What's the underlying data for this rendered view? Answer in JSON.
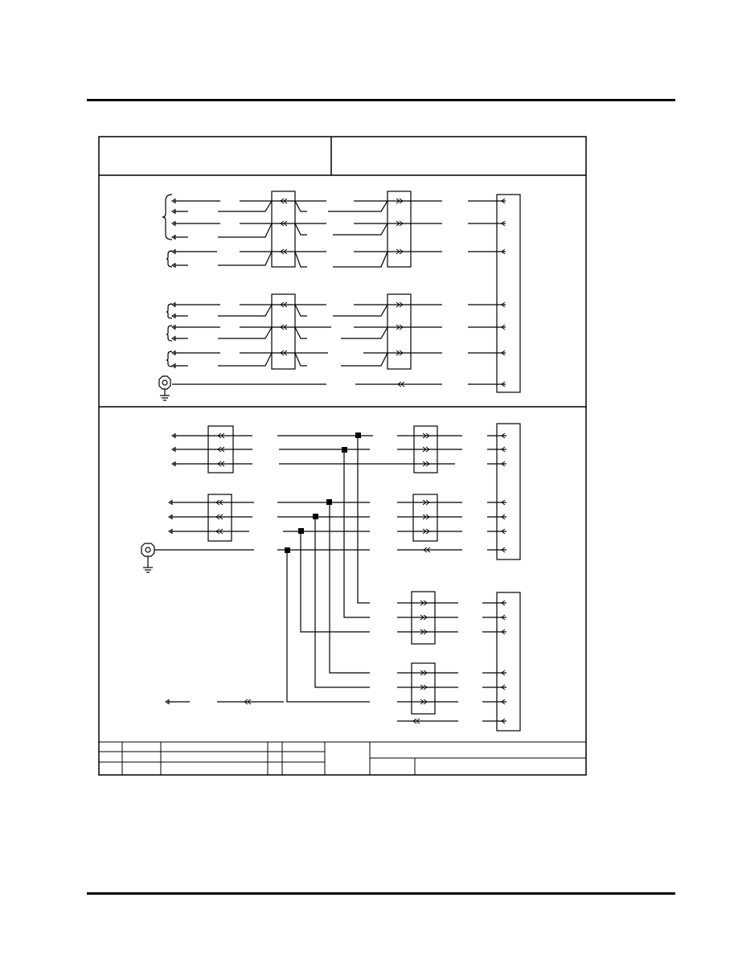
{
  "page": {
    "header_rule": "",
    "footer_rule": ""
  },
  "diagram": {
    "kind": "wiring-diagram",
    "line_color": "#000000",
    "background": "#ffffff",
    "symbols": {
      "connector_female": "double-chevron-left",
      "connector_male": "double-chevron-right",
      "wire_end": "open-arrow-left",
      "ground": "ground-icon",
      "splice": "splice-dot"
    },
    "title_block": {
      "left_header": "",
      "right_header": "",
      "rev_cells": [
        "",
        "",
        "",
        "",
        "",
        ""
      ]
    }
  }
}
